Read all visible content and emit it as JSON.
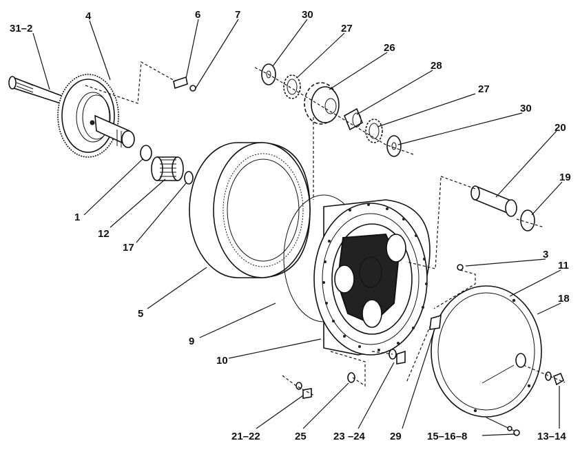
{
  "diagram": {
    "callouts": [
      {
        "id": "c-31-2",
        "text": "31–2"
      },
      {
        "id": "c-4",
        "text": "4"
      },
      {
        "id": "c-6",
        "text": "6"
      },
      {
        "id": "c-7",
        "text": "7"
      },
      {
        "id": "c-30a",
        "text": "30"
      },
      {
        "id": "c-27a",
        "text": "27"
      },
      {
        "id": "c-26",
        "text": "26"
      },
      {
        "id": "c-28",
        "text": "28"
      },
      {
        "id": "c-27b",
        "text": "27"
      },
      {
        "id": "c-30b",
        "text": "30"
      },
      {
        "id": "c-20",
        "text": "20"
      },
      {
        "id": "c-19",
        "text": "19"
      },
      {
        "id": "c-1",
        "text": "1"
      },
      {
        "id": "c-12",
        "text": "12"
      },
      {
        "id": "c-17",
        "text": "17"
      },
      {
        "id": "c-5",
        "text": "5"
      },
      {
        "id": "c-9",
        "text": "9"
      },
      {
        "id": "c-10",
        "text": "10"
      },
      {
        "id": "c-3",
        "text": "3"
      },
      {
        "id": "c-11",
        "text": "11"
      },
      {
        "id": "c-18",
        "text": "18"
      },
      {
        "id": "c-21-22",
        "text": "21–22"
      },
      {
        "id": "c-25",
        "text": "25"
      },
      {
        "id": "c-23-24",
        "text": "23 –24"
      },
      {
        "id": "c-29",
        "text": "29"
      },
      {
        "id": "c-15-16-8",
        "text": "15–16–8"
      },
      {
        "id": "c-13-14",
        "text": "13–14"
      }
    ]
  }
}
